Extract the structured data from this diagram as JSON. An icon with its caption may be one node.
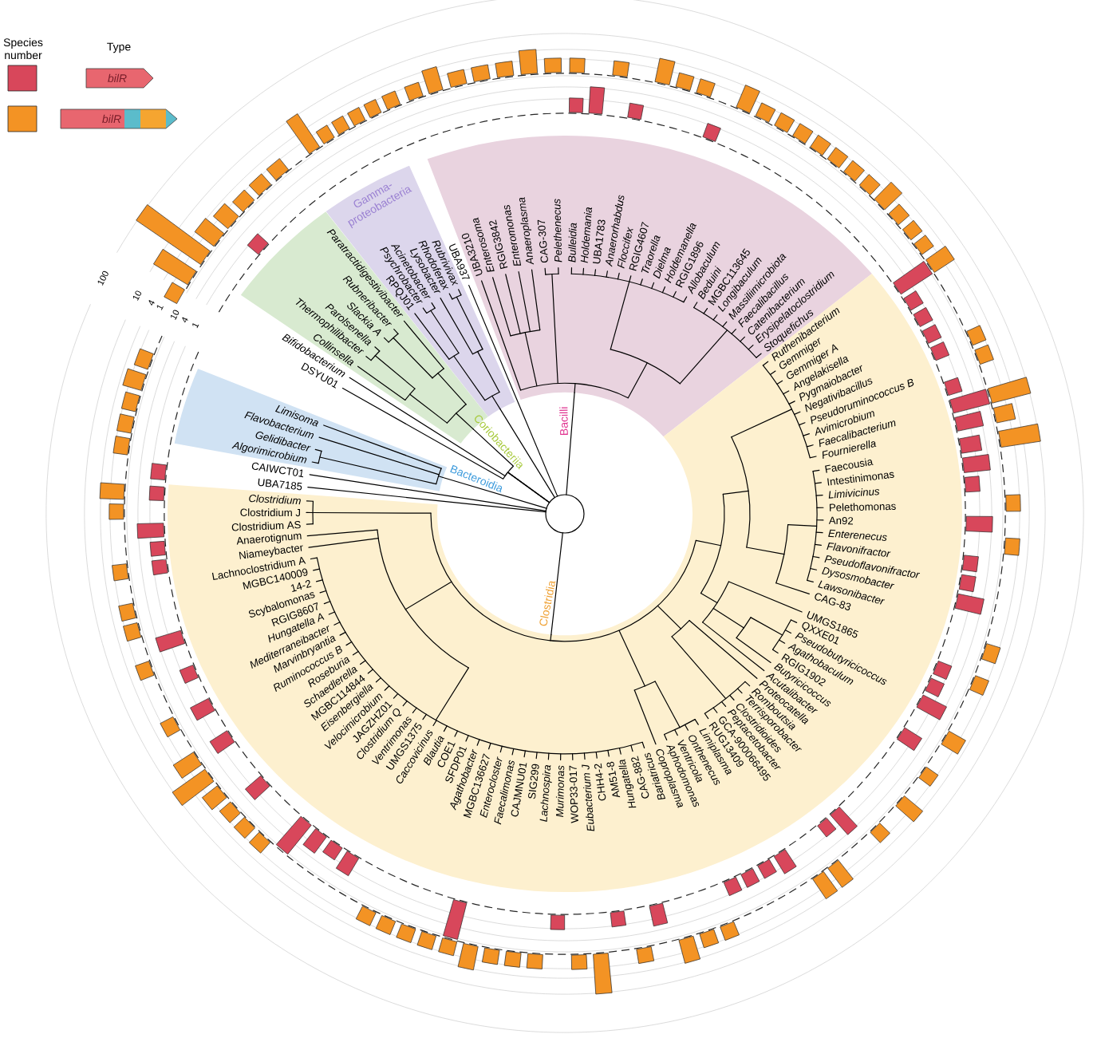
{
  "diagram": {
    "nodes": [
      {
        "text": [
          "Bacilli",
          "Stoquefichus",
          "Erysipelatoclostridium",
          "Catenibacterium",
          "Faecalibacillus",
          "Massiliimicrobiota",
          "Longibaculum",
          "MGBC113645",
          "Beduini",
          "Allobaculum",
          "RGIG1896",
          "Holdemanella",
          "Dielma",
          "Traorella",
          "RGIG4607",
          "Floccifex",
          "Anaerorhabdus",
          "UBA1783",
          "Holdemania",
          "Bulleidia",
          "Pelethenecus",
          "CAG-307",
          "Anaeroplasma",
          "Enteromonas",
          "RGIG3842",
          "Enterosoma",
          "UBA3210"
        ]
      },
      {
        "text": [
          "UBA937"
        ]
      },
      {
        "text": [
          "Gamma- proteobacteria",
          "Rubrivivax",
          "Rhodoferax",
          "Lysobacter",
          "Acinetobacter",
          "Psychrobacter",
          "RPQJ01"
        ]
      },
      {
        "text": [
          "Coriobacteriia",
          "Paratractidigestivibacter",
          "Rubneribacter",
          "Slackia A",
          "Parolsenella",
          "Thermophilibacter",
          "Collinsella"
        ]
      },
      {
        "text": [
          "Bifidobacterium"
        ]
      },
      {
        "text": [
          "DSYU01"
        ]
      },
      {
        "text": [
          "Bacteroidia",
          "Limisoma",
          "Flavobacterium",
          "Gelidibacter",
          "Algorimicrobium"
        ]
      },
      {
        "text": [
          "CAIWCT01"
        ]
      },
      {
        "text": [
          "UBA7185"
        ]
      },
      {
        "text": [
          "Clostridia",
          "Clostridium",
          "Clostridium J",
          "Clostridium AS",
          "Anaerotignum",
          "Niameybacter",
          "Lachnoclostridium A",
          "MGBC140009",
          "14-2",
          "Scybalomonas",
          "RGIG8607",
          "Hungatella A",
          "Mediterraneibacter",
          "Marvinbryantia",
          "Ruminococcus B",
          "Roseburia",
          "Schaedlerella",
          "MGBC114844",
          "Eisenbergiella",
          "Velocimicrobium",
          "JAGZHZ01",
          "Clostridium Q",
          "Ventrimonas",
          "UMGS1375",
          "Caccovicinus",
          "Blautia",
          "COE1",
          "SFDP01",
          "Agathobacter",
          "MGBC136627",
          "Enterocloster",
          "Faecalimonas",
          "CAJMNU01",
          "SIG299",
          "Lachnospira",
          "Murimonas",
          "WOP33-017",
          "Eubacterium J",
          "CHH4-2",
          "AM51-8",
          "Hungatella",
          "CAG-882",
          "Bariatricus",
          "Coproplasma",
          "Aphodomonas",
          "Ventricola",
          "Onthenecus",
          "Limiplasma",
          "RUG13409",
          "GCA-900066495",
          "Peptacetobacter",
          "Clostridioides",
          "Terrisporobacter",
          "Romboutsia",
          "Proteocatella",
          "Acutalibacter",
          "Butyricicoccus",
          "RGIG1902",
          "Agathobaculum",
          "Pseudobutyricicoccus",
          "QXXE01",
          "UMGS1865",
          "CAG-83",
          "Lawsonibacter",
          "Dysosmobacter",
          "Pseudoflavonifractor",
          "Flavonifractor",
          "Enterenecus",
          "An92",
          "Pelethomonas",
          "Limivicinus",
          "Intestinimonas",
          "Faecousia",
          "Fournierella",
          "Faecalibacterium",
          "Avimicrobium",
          "Pseudoruminococcus B",
          "Negativibacillus",
          "Pygmaiobacter",
          "Angelakisella",
          "Gemmiger A",
          "Gemmiger",
          "Ruthenibacterium"
        ]
      },
      {
        "text": [],
        "shape": "circle"
      }
    ],
    "edges": [
      {
        "from": 10,
        "to": 0,
        "arrow": "none"
      },
      {
        "from": 10,
        "to": 1,
        "arrow": "none"
      },
      {
        "from": 10,
        "to": 2,
        "arrow": "none"
      },
      {
        "from": 10,
        "to": 3,
        "arrow": "none"
      },
      {
        "from": 10,
        "to": 4,
        "arrow": "none"
      },
      {
        "from": 10,
        "to": 5,
        "arrow": "none"
      },
      {
        "from": 10,
        "to": 6,
        "arrow": "none"
      },
      {
        "from": 10,
        "to": 7,
        "arrow": "none"
      },
      {
        "from": 10,
        "to": 8,
        "arrow": "none"
      },
      {
        "from": 10,
        "to": 9,
        "arrow": "none"
      }
    ],
    "labels": [
      "Species number",
      "Type",
      "100",
      "10",
      "4",
      "1",
      "10",
      "4",
      "1"
    ],
    "legend": [
      {
        "text": "bilR",
        "color": "#d8475b"
      },
      {
        "text": "bilR",
        "color": "#f39324"
      }
    ]
  }
}
